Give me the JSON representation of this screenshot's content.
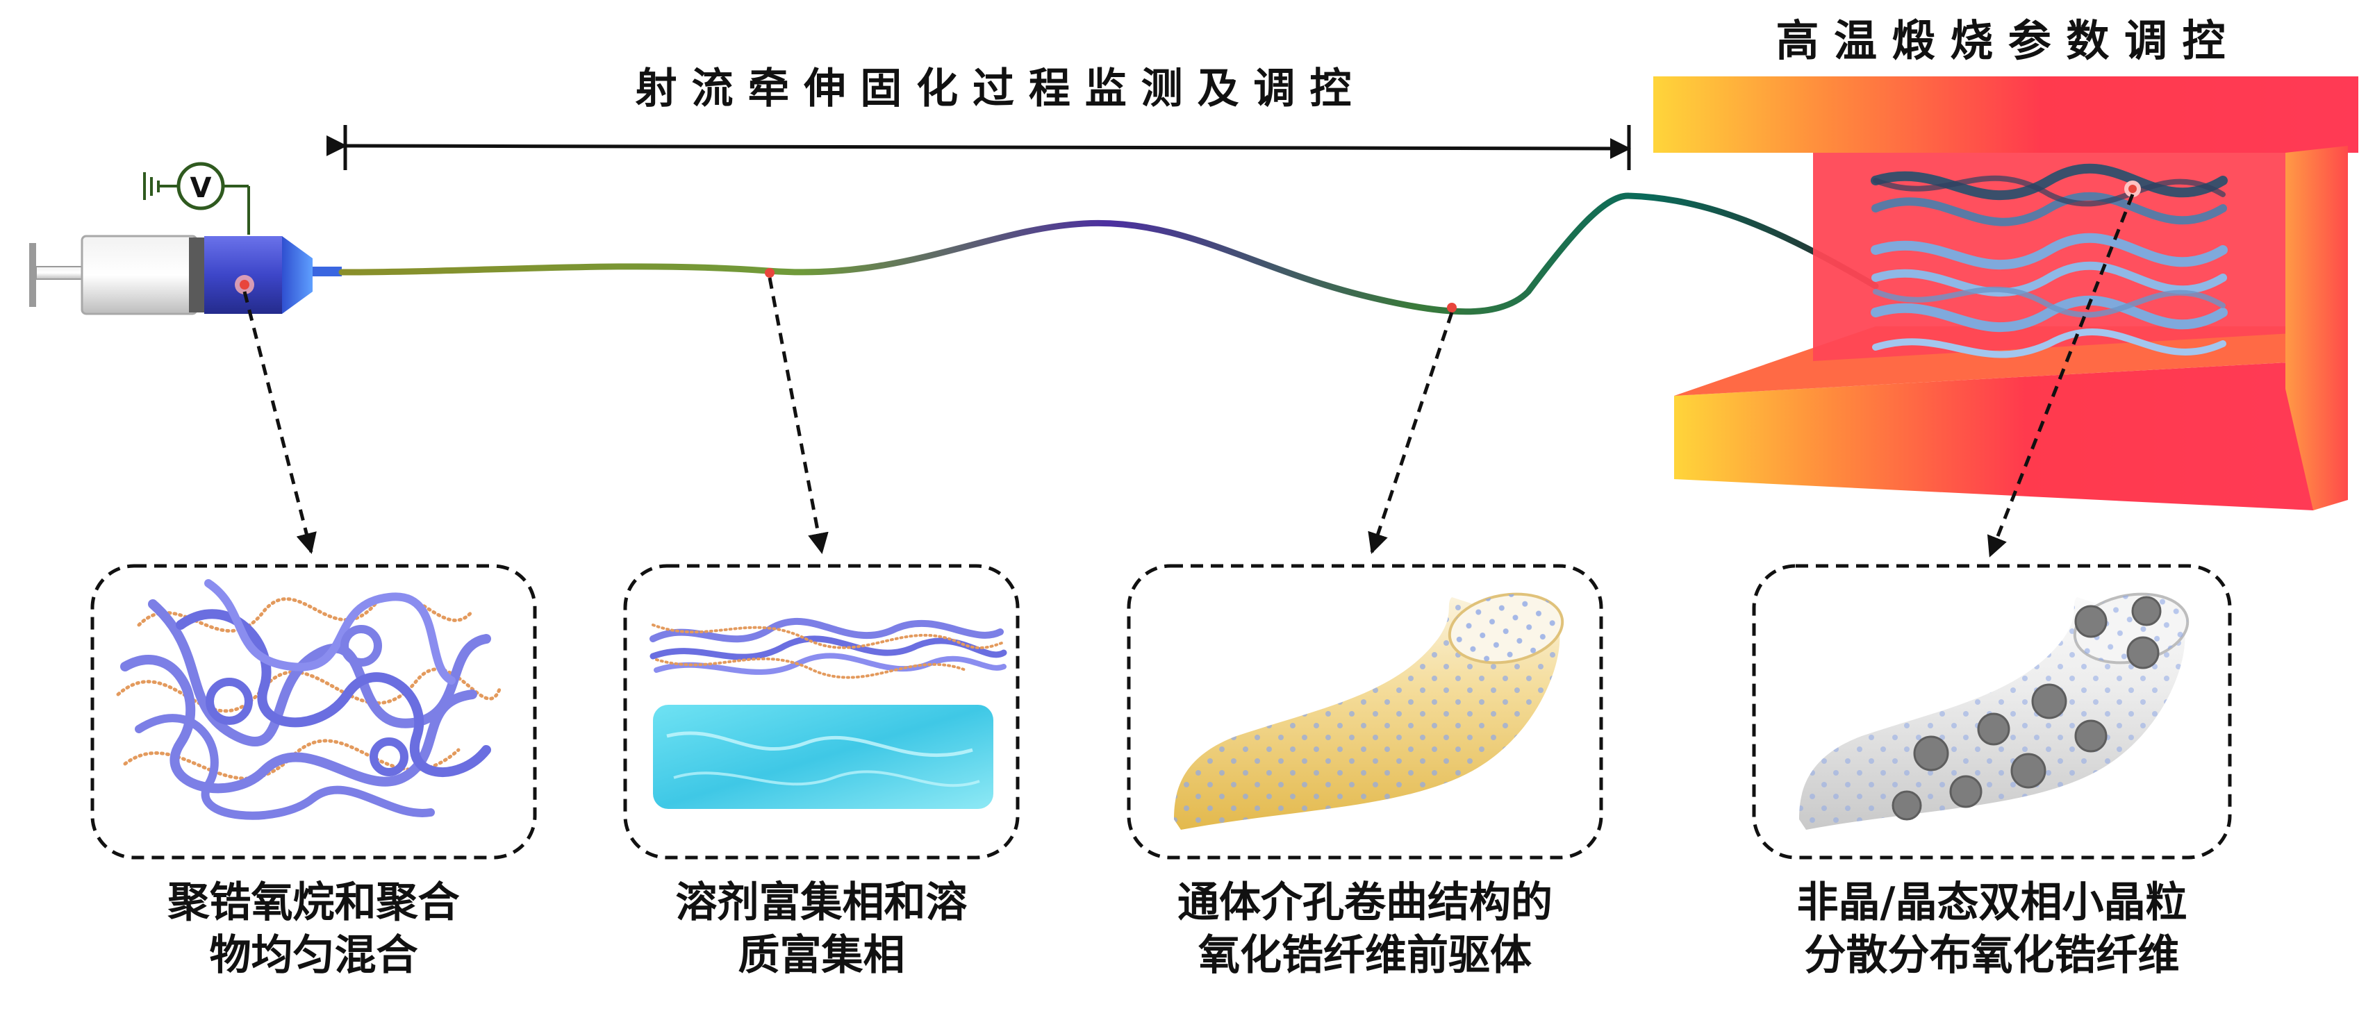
{
  "labels": {
    "process_title": "射 流 牵 伸 固 化 过 程 监 测 及 调 控",
    "furnace_title": "高 温 煅 烧 参 数 调 控",
    "voltage_symbol": "V"
  },
  "stages": [
    {
      "line1": "聚锆氧烷和聚合",
      "line2": "物均匀混合"
    },
    {
      "line1": "溶剂富集相和溶",
      "line2": "质富集相"
    },
    {
      "line1": "通体介孔卷曲结构的",
      "line2": "氧化锆纤维前驱体"
    },
    {
      "line1": "非晶/晶态双相小晶粒",
      "line2": "分散分布氧化锆纤维"
    }
  ],
  "colors": {
    "accent_red": "#e8453c",
    "furnace_hot": "#f2304a",
    "furnace_warm": "#ffd23a",
    "syringe_blue": "#3b47c8",
    "polymer_blue": "#7c7fe6",
    "polymer_orange": "#e39a5d",
    "solvent_cyan": "#4fd6ee",
    "precursor_gold": "#e8c35a",
    "fiber_grey": "#dcdcdc",
    "crystal_dark": "#7d7d7d",
    "fiber_mesh_blue": "#7fa9dc",
    "fiber_mesh_dark": "#3a4f6b"
  }
}
